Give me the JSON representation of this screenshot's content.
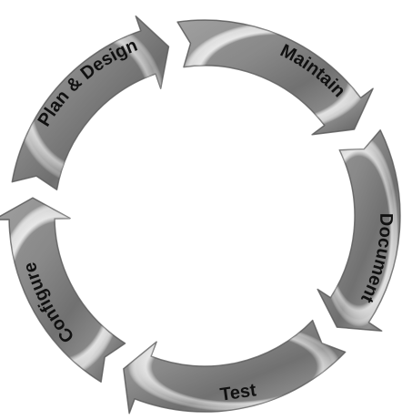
{
  "diagram": {
    "stages": [
      {
        "label": "Plan & Design"
      },
      {
        "label": "Maintain"
      },
      {
        "label": "Document"
      },
      {
        "label": "Test"
      },
      {
        "label": "Configure"
      }
    ],
    "colors": {
      "metal_light": "#f2f2f2",
      "metal_mid": "#a9a9a9",
      "metal_dark": "#5e5e5e",
      "outline": "#7a7a7a",
      "text": "#111111",
      "background": "#ffffff"
    }
  }
}
